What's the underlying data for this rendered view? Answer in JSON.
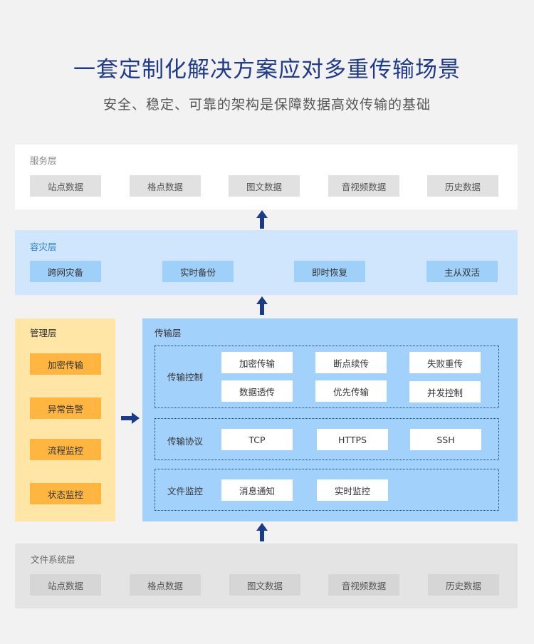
{
  "title": "一套定制化解决方案应对多重传输场景",
  "subtitle": "安全、稳定、可靠的架构是保障数据高效传输的基础",
  "service_layer": {
    "label": "服务层",
    "items": [
      "站点数据",
      "格点数据",
      "图文数据",
      "音视频数据",
      "历史数据"
    ]
  },
  "disaster_layer": {
    "label": "容灾层",
    "items": [
      "跨网灾备",
      "实时备份",
      "即时恢复",
      "主从双活"
    ]
  },
  "management_layer": {
    "label": "管理层",
    "items": [
      "加密传输",
      "异常告警",
      "流程监控",
      "状态监控"
    ]
  },
  "transport_layer": {
    "label": "传输层",
    "control": {
      "label": "传输控制",
      "items": [
        "加密传输",
        "断点续传",
        "失败重传",
        "数据透传",
        "优先传输",
        "并发控制"
      ]
    },
    "protocol": {
      "label": "传输协议",
      "items": [
        "TCP",
        "HTTPS",
        "SSH"
      ]
    },
    "monitor": {
      "label": "文件监控",
      "items": [
        "消息通知",
        "实时监控"
      ]
    }
  },
  "filesystem_layer": {
    "label": "文件系统层",
    "items": [
      "站点数据",
      "格点数据",
      "图文数据",
      "音视频数据",
      "历史数据"
    ]
  },
  "colors": {
    "title": "#1f3b8a",
    "arrow": "#1a3a8c",
    "service_bg": "#ffffff",
    "disaster_bg": "#cfe6fc",
    "disaster_box": "#9fd0fa",
    "management_bg": "#ffe6a6",
    "management_box": "#ffb640",
    "transport_bg": "#a2d1fb",
    "filesystem_bg": "#e4e4e4",
    "grey_box": "#e1e1e1"
  }
}
